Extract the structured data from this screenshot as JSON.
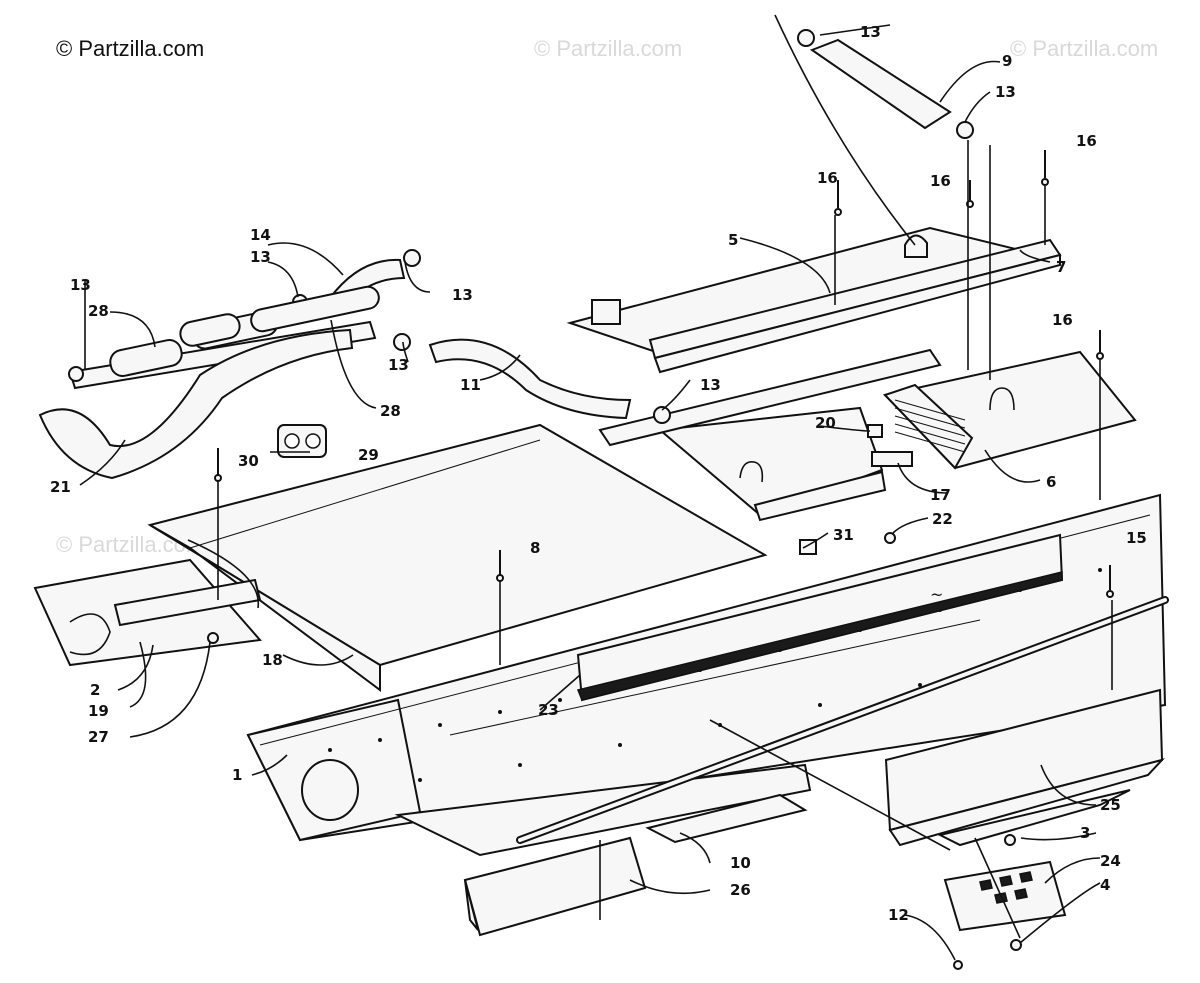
{
  "watermarks": {
    "main": "© Partzilla.com",
    "faint": "© Partzilla.com"
  },
  "callouts": {
    "c1": "1",
    "c2": "2",
    "c3": "3",
    "c4": "4",
    "c5": "5",
    "c6": "6",
    "c7": "7",
    "c8": "8",
    "c9": "9",
    "c10": "10",
    "c11": "11",
    "c12": "12",
    "c13a": "13",
    "c13b": "13",
    "c13c": "13",
    "c13d": "13",
    "c13e": "13",
    "c13f": "13",
    "c13g": "13",
    "c14": "14",
    "c15": "15",
    "c16a": "16",
    "c16b": "16",
    "c16c": "16",
    "c16d": "16",
    "c17": "17",
    "c18": "18",
    "c19": "19",
    "c20": "20",
    "c21": "21",
    "c22": "22",
    "c23": "23",
    "c24": "24",
    "c25": "25",
    "c26": "26",
    "c27": "27",
    "c28a": "28",
    "c28b": "28",
    "c29": "29",
    "c30": "30",
    "c31": "31"
  },
  "colors": {
    "ink": "#111111",
    "paper": "#ffffff",
    "watermark": "#d9d9d9"
  }
}
